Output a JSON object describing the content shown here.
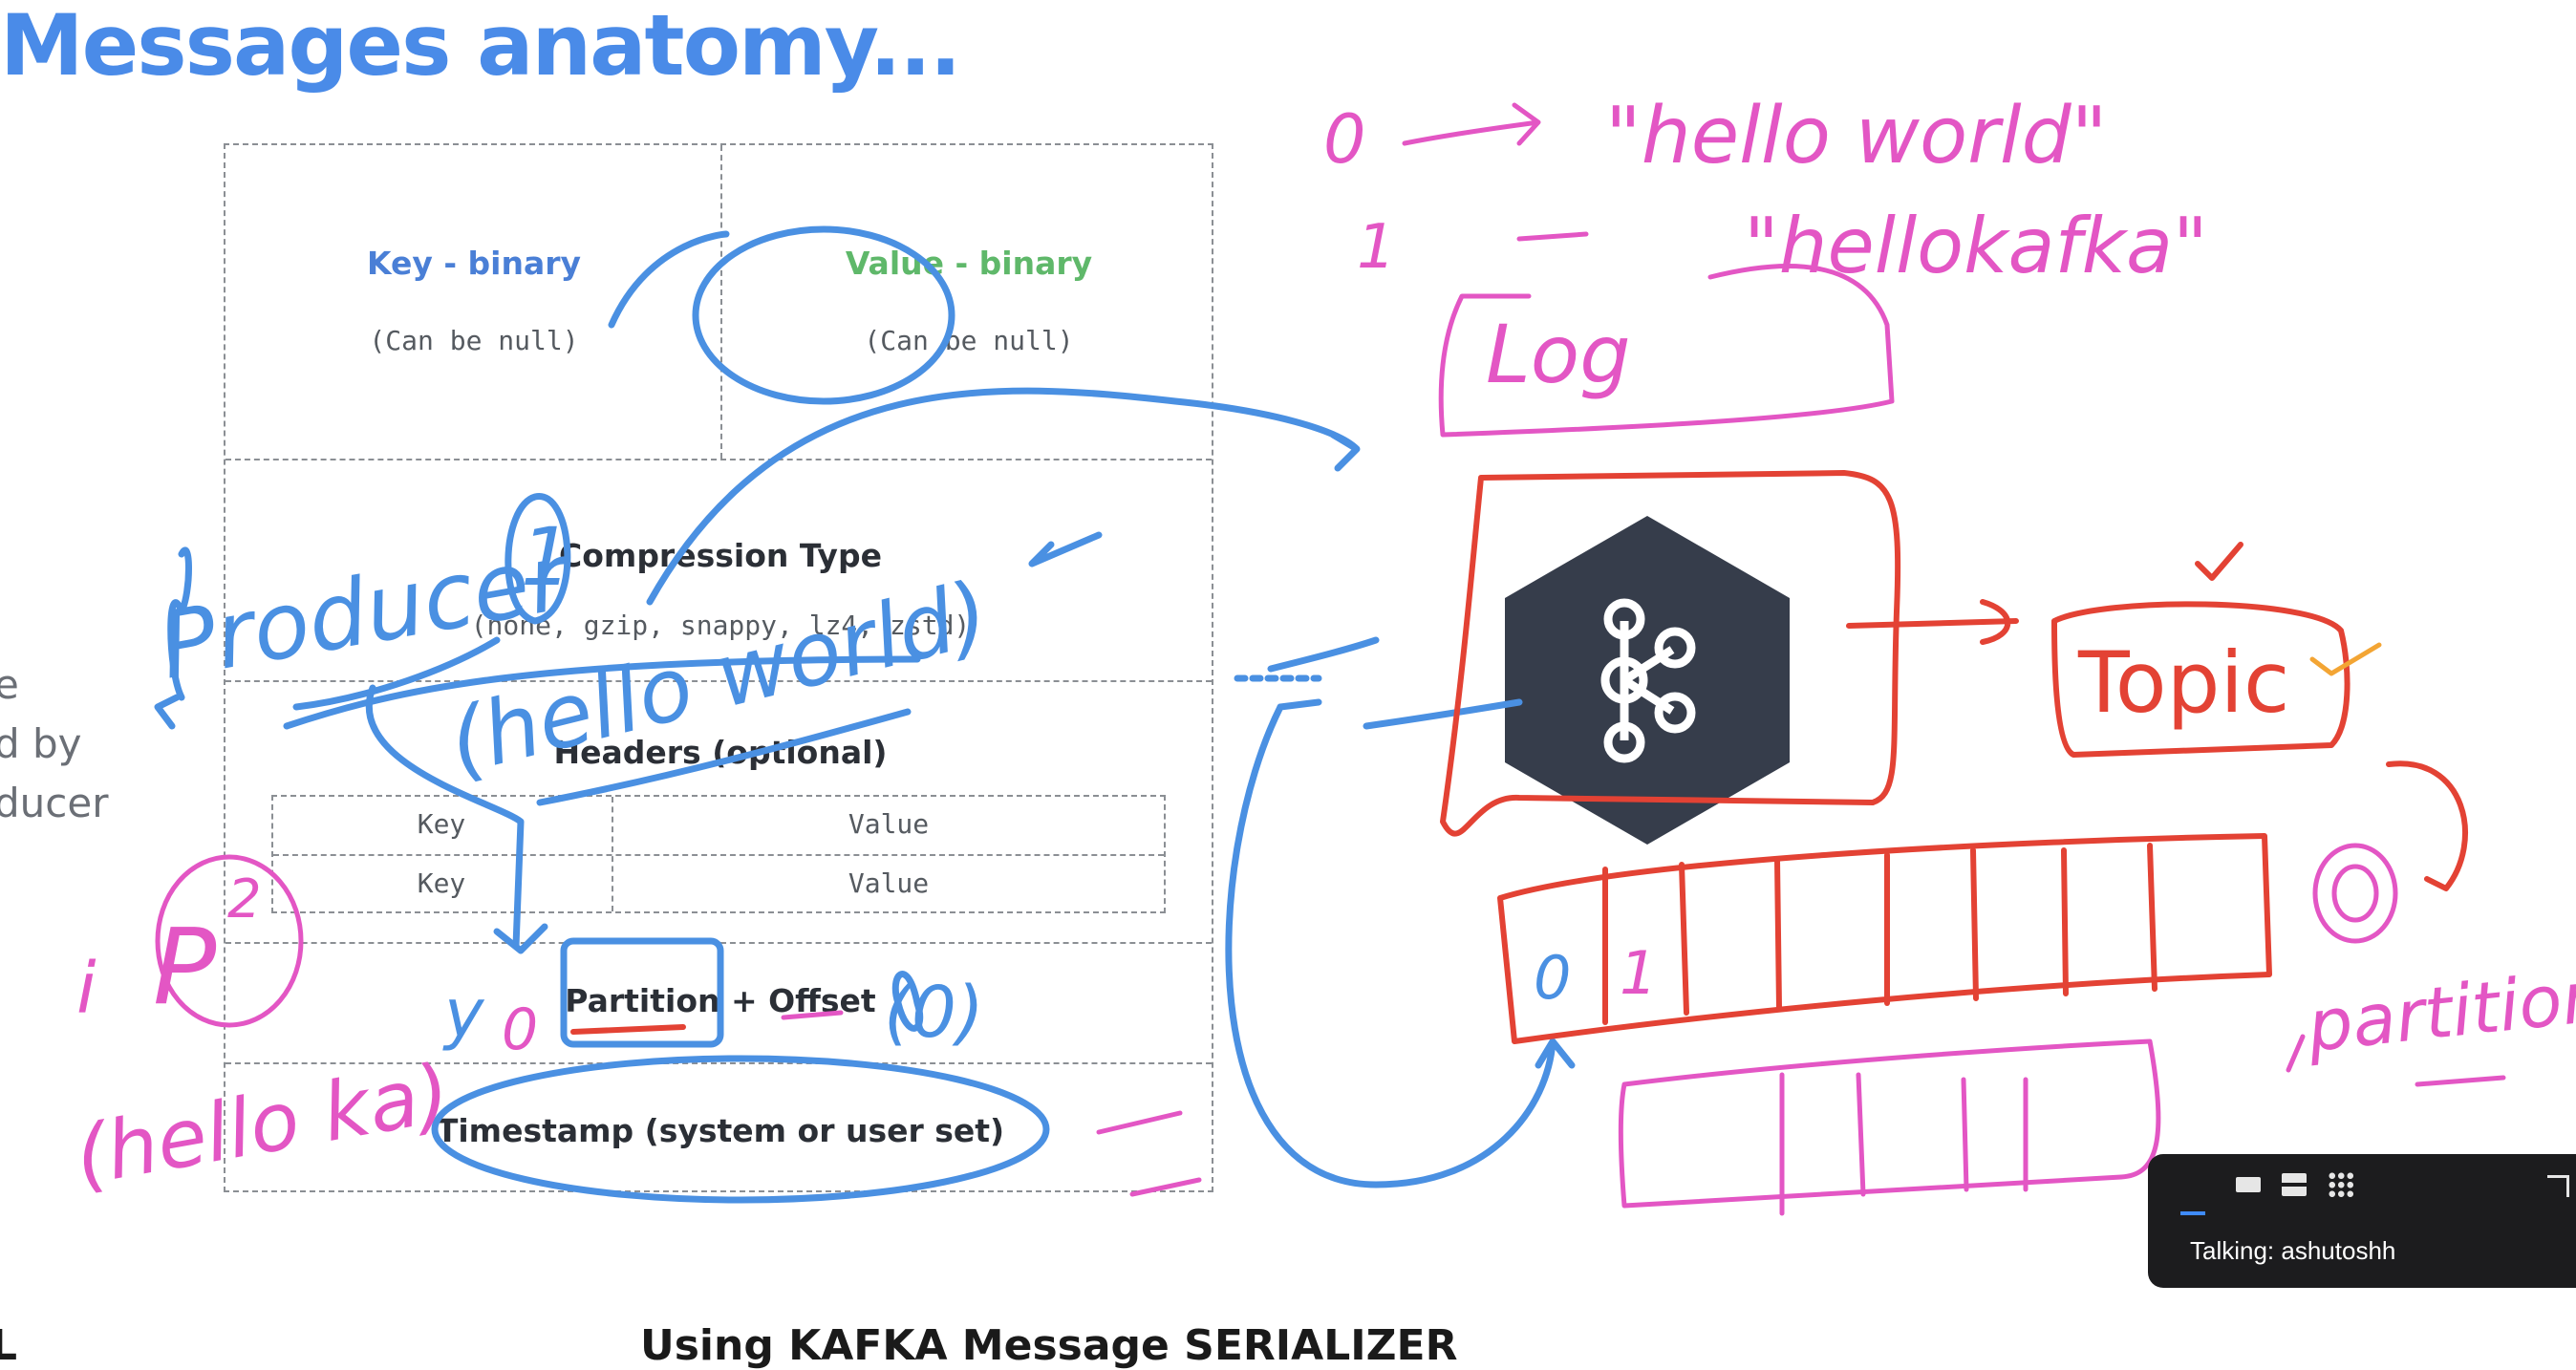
{
  "slide": {
    "title": "Messages anatomy...",
    "left_fragments": [
      "e",
      "d by",
      "ducer"
    ],
    "bottom_fragment_left": "L",
    "bottom_fragment_mid": "Using KAFKA Message SERIALIZER"
  },
  "diagram": {
    "key_label": "Key - binary",
    "key_note": "(Can be null)",
    "value_label": "Value - binary",
    "value_note": "(Can be null)",
    "compression_label": "Compression Type",
    "compression_note": "(none, gzip, snappy, lz4, zstd)",
    "headers_label": "Headers (optional)",
    "headers_rows": [
      {
        "key": "Key",
        "value": "Value"
      },
      {
        "key": "Key",
        "value": "Value"
      }
    ],
    "partition_label": "Partition + Offset",
    "timestamp_label": "Timestamp (system or user set)"
  },
  "annotations": {
    "blue": [
      "Producer",
      "1",
      "(hello world)",
      "y",
      "0",
      "(0)"
    ],
    "pink": [
      "0",
      "\"hello world\"",
      "1",
      "\"hellokafka\"",
      "Log",
      "i",
      "P",
      "2",
      "(hello ka)",
      "Topic",
      "partition"
    ],
    "red": [
      "0",
      "1",
      "Topic"
    ]
  },
  "call": {
    "talking_label": "Talking: ashutoshh"
  },
  "colors": {
    "title": "#4a8be8",
    "key": "#4a7fd6",
    "value": "#5fb86a",
    "ink_blue": "#4a90e2",
    "ink_red": "#e34234",
    "ink_pink": "#e356c4",
    "kafka_hex": "#363d4b"
  }
}
